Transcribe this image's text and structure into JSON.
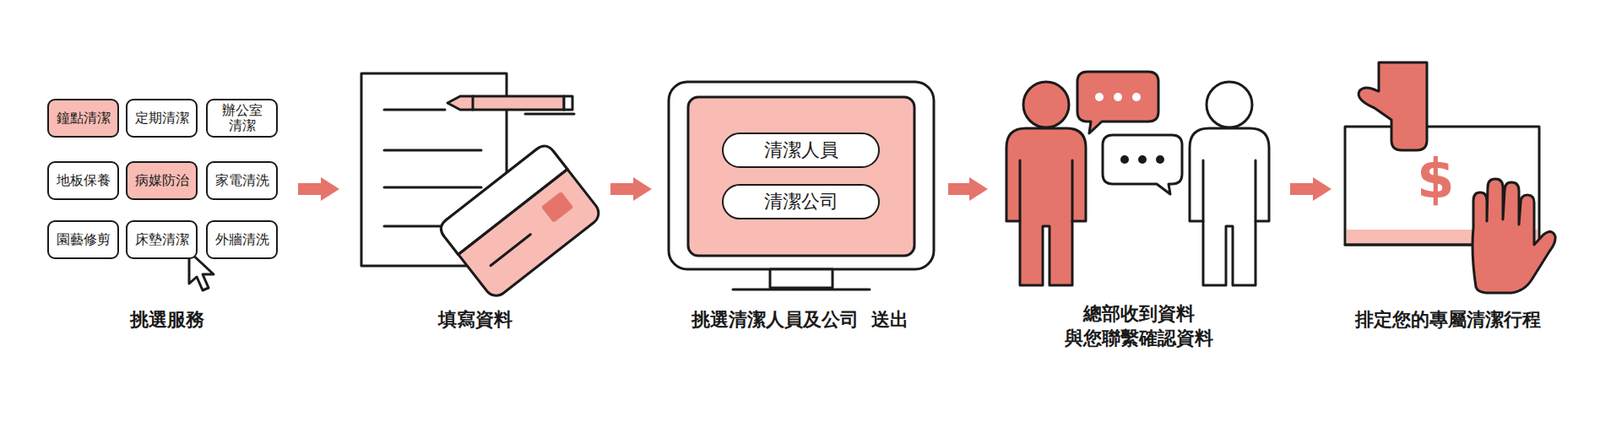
{
  "diagram": {
    "nodes": [
      {
        "text": [
          "挑選服務"
        ]
      },
      {
        "text": [
          "鐘點清潔"
        ],
        "in": 0
      },
      {
        "text": [
          "定期清潔"
        ],
        "in": 0
      },
      {
        "text": [
          "辦公室 清潔"
        ],
        "in": 0
      },
      {
        "text": [
          "地板保養"
        ],
        "in": 0
      },
      {
        "text": [
          "病媒防治"
        ],
        "in": 0
      },
      {
        "text": [
          "家電清洗"
        ],
        "in": 0
      },
      {
        "text": [
          "園藝修剪"
        ],
        "in": 0
      },
      {
        "text": [
          "床墊清潔"
        ],
        "in": 0
      },
      {
        "text": [
          "外牆清洗"
        ],
        "in": 0
      },
      {
        "text": [
          "填寫資料"
        ]
      },
      {
        "text": [
          "挑選清潔人員及公司  送出"
        ]
      },
      {
        "text": [
          "清潔人員"
        ],
        "in": 11
      },
      {
        "text": [
          "清潔公司"
        ],
        "in": 11
      },
      {
        "text": [
          "總部收到資料 與您聯繫確認資料"
        ]
      },
      {
        "text": [
          "排定您的專屬清潔行程"
        ]
      }
    ],
    "edges": [
      {
        "from": 0,
        "to": 10,
        "arrow": "to"
      },
      {
        "from": 10,
        "to": 11,
        "arrow": "to"
      },
      {
        "from": 11,
        "to": 14,
        "arrow": "to"
      },
      {
        "from": 14,
        "to": 15,
        "arrow": "to"
      }
    ],
    "labels": [
      "$"
    ]
  }
}
